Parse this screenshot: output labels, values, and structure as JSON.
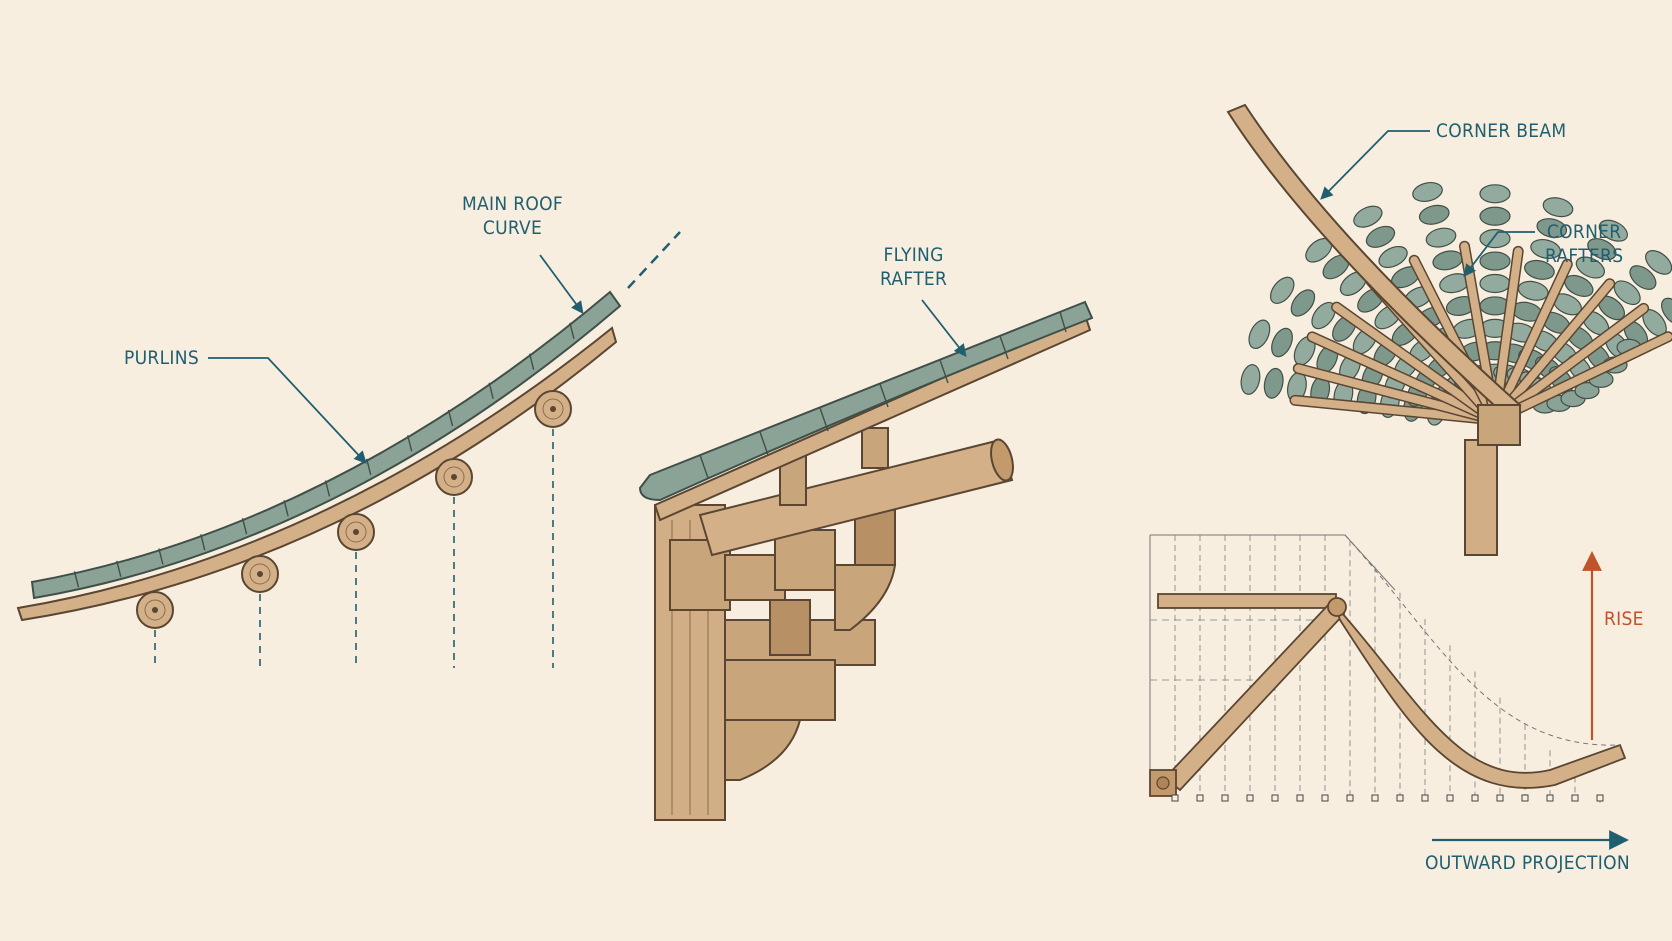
{
  "labels": {
    "main_roof_curve": [
      "MAIN ROOF",
      "CURVE"
    ],
    "purlins": "PURLINS",
    "flying_rafter": [
      "FLYING",
      "RAFTER"
    ],
    "corner_beam": "CORNER BEAM",
    "corner_rafters": [
      "CORNER",
      "RAFTERS"
    ],
    "rise": "RISE",
    "outward_projection": "OUTWARD PROJECTION"
  },
  "colors": {
    "background": "#f8eedf",
    "label_teal": "#1f5f70",
    "rise_arrow": "#c1532b",
    "timber": "#c9a57c",
    "timber_dark": "#5a4632",
    "tile": "#7f988c",
    "tile_dark": "#3f5048"
  }
}
